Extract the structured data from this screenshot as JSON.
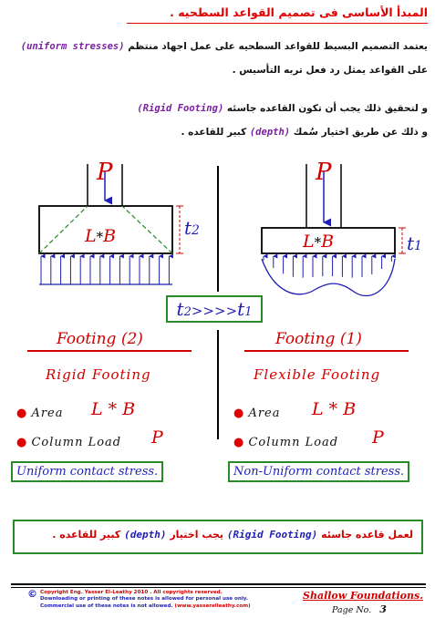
{
  "title": "المبدأ الأساسى فى تصميم القواعد السطحيه .",
  "intro": {
    "line1_ar": "يعتمد التصميم البسيط للقواعد السطحيه على عمل اجهاد منتظم",
    "line1_en": "(uniform stresses)",
    "line2_ar": "على القواعد يمثل رد فعل تربه التأسيس ."
  },
  "rigid_req": {
    "line1_ar": "و لتحقيق ذلك يجب أن تكون القاعده جاسئه",
    "line1_en": "(Rigid Footing)",
    "line2_ar_a": "و ذلك عن طريق اختيار سُمك",
    "line2_en": "(depth)",
    "line2_ar_b": "كبير للقاعده ."
  },
  "diagram": {
    "load_symbol": "P",
    "area_left": "L",
    "area_star": "*",
    "area_right": "B",
    "t2_letter": "t",
    "t2_sub": "2",
    "t1_letter": "t",
    "t1_sub": "1",
    "comparison": {
      "a": "t",
      "a_sub": "2",
      "op": ">>>>",
      "b": "t",
      "b_sub": "1"
    }
  },
  "footing2": {
    "title": "Footing (2)",
    "type": "Rigid Footing",
    "area_label": "Area",
    "area_value": "L * B",
    "load_label": "Column Load",
    "load_value": "P",
    "stress": "Uniform contact stress."
  },
  "footing1": {
    "title": "Footing (1)",
    "type": "Flexible Footing",
    "area_label": "Area",
    "area_value": "L * B",
    "load_label": "Column Load",
    "load_value": "P",
    "stress": "Non-Uniform contact stress."
  },
  "conclusion": {
    "ar_a": "لعمل قاعده جاسئه",
    "en_a": "(Rigid Footing)",
    "ar_b": "يجب اختيار",
    "en_b": "(depth)",
    "ar_c": "كبير للقاعده ."
  },
  "footer": {
    "copyright_symbol": "©",
    "line1": "Copyright Eng. Yasser El-Leathy 2010 . All copyrights reserved.",
    "line2": "Downloading or printing of these notes is allowed for personal use only.",
    "line3_a": "Commercial use of these notes is not allowed.",
    "line3_b": "(www.yasserelleathy.com)",
    "series": "Shallow Foundations.",
    "page_label": "Page No.",
    "page_number": "3"
  },
  "colors": {
    "red": "#d00000",
    "blue": "#1e1eb4",
    "green": "#2a8a2a",
    "purple": "#7b1fa2"
  }
}
